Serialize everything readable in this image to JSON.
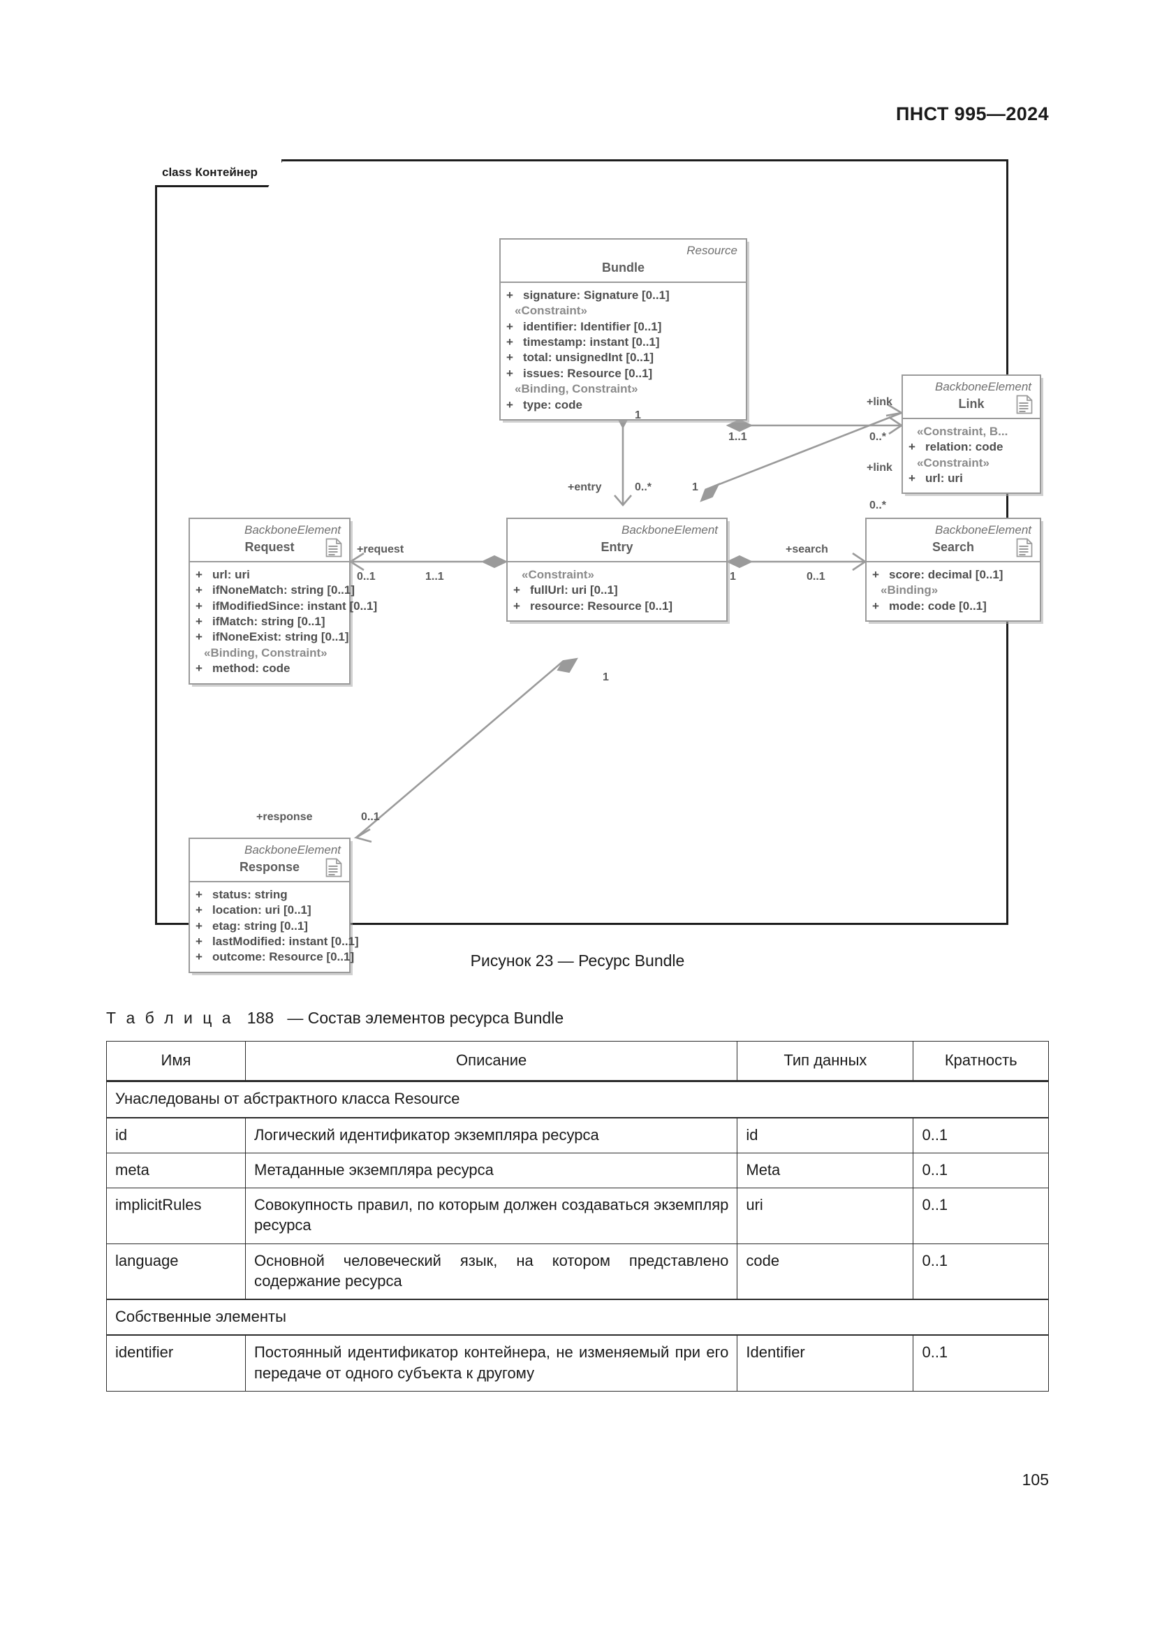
{
  "document": {
    "header": "ПНСТ 995—2024",
    "page_number": "105",
    "figure_caption": "Рисунок 23 — Ресурс Bundle",
    "table_title_prefix": "Т а б л и ц а",
    "table_title_number": "188",
    "table_title_text": "— Состав элементов ресурса Bundle"
  },
  "diagram": {
    "frame_keyword": "class",
    "frame_name": "Контейнер",
    "classes": [
      {
        "id": "bundle",
        "stereotype": "Resource",
        "name": "Bundle",
        "has_doc_icon": false,
        "members": [
          {
            "kind": "attr",
            "vis": "+",
            "text": "signature: Signature [0..1]"
          },
          {
            "kind": "stereo",
            "text": "«Constraint»"
          },
          {
            "kind": "attr",
            "vis": "+",
            "text": "identifier: Identifier [0..1]"
          },
          {
            "kind": "attr",
            "vis": "+",
            "text": "timestamp: instant [0..1]"
          },
          {
            "kind": "attr",
            "vis": "+",
            "text": "total: unsignedInt [0..1]"
          },
          {
            "kind": "attr",
            "vis": "+",
            "text": "issues: Resource [0..1]"
          },
          {
            "kind": "stereo",
            "text": "«Binding, Constraint»"
          },
          {
            "kind": "attr",
            "vis": "+",
            "text": "type: code"
          }
        ]
      },
      {
        "id": "link",
        "stereotype": "BackboneElement",
        "name": "Link",
        "has_doc_icon": true,
        "members": [
          {
            "kind": "stereo",
            "text": "«Constraint, B..."
          },
          {
            "kind": "attr",
            "vis": "+",
            "text": "relation: code"
          },
          {
            "kind": "stereo",
            "text": "«Constraint»"
          },
          {
            "kind": "attr",
            "vis": "+",
            "text": "url: uri"
          }
        ]
      },
      {
        "id": "request",
        "stereotype": "BackboneElement",
        "name": "Request",
        "has_doc_icon": true,
        "members": [
          {
            "kind": "attr",
            "vis": "+",
            "text": "url: uri"
          },
          {
            "kind": "attr",
            "vis": "+",
            "text": "ifNoneMatch: string [0..1]"
          },
          {
            "kind": "attr",
            "vis": "+",
            "text": "ifModifiedSince: instant [0..1]"
          },
          {
            "kind": "attr",
            "vis": "+",
            "text": "ifMatch: string [0..1]"
          },
          {
            "kind": "attr",
            "vis": "+",
            "text": "ifNoneExist: string [0..1]"
          },
          {
            "kind": "stereo",
            "text": "«Binding, Constraint»"
          },
          {
            "kind": "attr",
            "vis": "+",
            "text": "method: code"
          }
        ]
      },
      {
        "id": "entry",
        "stereotype": "BackboneElement",
        "name": "Entry",
        "has_doc_icon": false,
        "members": [
          {
            "kind": "stereo",
            "text": "«Constraint»"
          },
          {
            "kind": "attr",
            "vis": "+",
            "text": "fullUrl: uri [0..1]"
          },
          {
            "kind": "attr",
            "vis": "+",
            "text": "resource: Resource [0..1]"
          }
        ]
      },
      {
        "id": "search",
        "stereotype": "BackboneElement",
        "name": "Search",
        "has_doc_icon": true,
        "members": [
          {
            "kind": "attr",
            "vis": "+",
            "text": "score: decimal [0..1]"
          },
          {
            "kind": "stereo",
            "text": "«Binding»"
          },
          {
            "kind": "attr",
            "vis": "+",
            "text": "mode: code [0..1]"
          }
        ]
      },
      {
        "id": "response",
        "stereotype": "BackboneElement",
        "name": "Response",
        "has_doc_icon": true,
        "members": [
          {
            "kind": "attr",
            "vis": "+",
            "text": "status: string"
          },
          {
            "kind": "attr",
            "vis": "+",
            "text": "location: uri [0..1]"
          },
          {
            "kind": "attr",
            "vis": "+",
            "text": "etag: string [0..1]"
          },
          {
            "kind": "attr",
            "vis": "+",
            "text": "lastModified: instant [0..1]"
          },
          {
            "kind": "attr",
            "vis": "+",
            "text": "outcome: Resource [0..1]"
          }
        ]
      }
    ],
    "connector_labels": {
      "bundle_link_role": "+link",
      "bundle_link_src_mult": "1..1",
      "bundle_link_dst_mult": "0..*",
      "entry_link_role": "+link",
      "entry_link_dst_mult": "0..*",
      "entry_link_src_mult": "1",
      "bundle_entry_src_mult": "1",
      "bundle_entry_role": "+entry",
      "bundle_entry_dst_mult": "0..*",
      "entry_request_role": "+request",
      "entry_request_dst_mult": "0..1",
      "entry_request_src_mult": "1..1",
      "entry_search_role": "+search",
      "entry_search_src_mult": "1",
      "entry_search_dst_mult": "0..1",
      "entry_response_role": "+response",
      "entry_response_dst_mult": "0..1",
      "entry_response_src_mult": "1"
    }
  },
  "table": {
    "headers": [
      "Имя",
      "Описание",
      "Тип данных",
      "Кратность"
    ],
    "sections": [
      {
        "title": "Унаследованы от абстрактного класса Resource",
        "rows": [
          [
            "id",
            "Логический идентификатор экземпляра ресурса",
            "id",
            "0..1"
          ],
          [
            "meta",
            "Метаданные экземпляра ресурса",
            "Meta",
            "0..1"
          ],
          [
            "implicitRules",
            "Совокупность правил, по которым должен создаваться экземпляр ресурса",
            "uri",
            "0..1"
          ],
          [
            "language",
            "Основной человеческий язык, на котором представлено содержание ресурса",
            "code",
            "0..1"
          ]
        ]
      },
      {
        "title": "Собственные элементы",
        "rows": [
          [
            "identifier",
            "Постоянный идентификатор контейнера, не изменяемый при его передаче от одного субъекта к другому",
            "Identifier",
            "0..1"
          ]
        ]
      }
    ]
  }
}
